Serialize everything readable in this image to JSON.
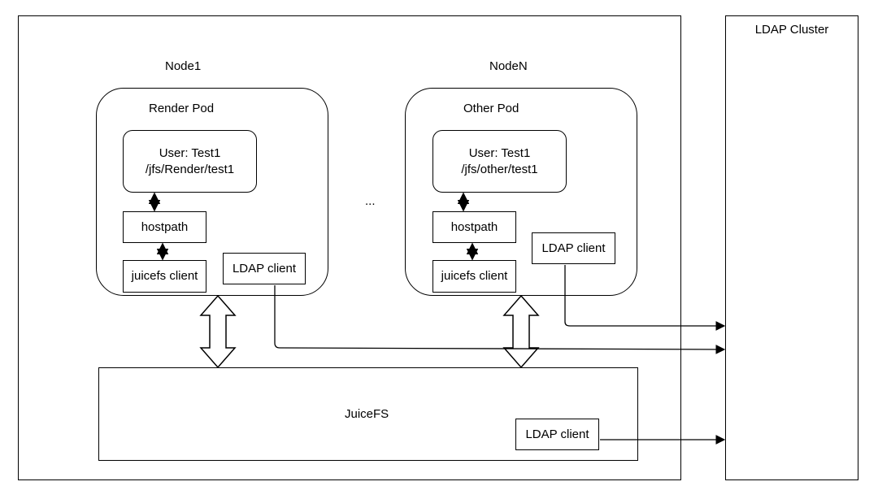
{
  "node1": {
    "title": "Node1",
    "pod": {
      "title": "Render Pod",
      "user_line1": "User: Test1",
      "user_line2": "/jfs/Render/test1",
      "hostpath": "hostpath",
      "juicefs_client": "juicefs client",
      "ldap_client": "LDAP client"
    }
  },
  "ellipsis": "...",
  "nodeN": {
    "title": "NodeN",
    "pod": {
      "title": "Other Pod",
      "user_line1": "User: Test1",
      "user_line2": "/jfs/other/test1",
      "hostpath": "hostpath",
      "juicefs_client": "juicefs client",
      "ldap_client": "LDAP client"
    }
  },
  "juicefs": {
    "title": "JuiceFS",
    "ldap_client": "LDAP client"
  },
  "ldap_cluster": {
    "title": "LDAP Cluster"
  }
}
